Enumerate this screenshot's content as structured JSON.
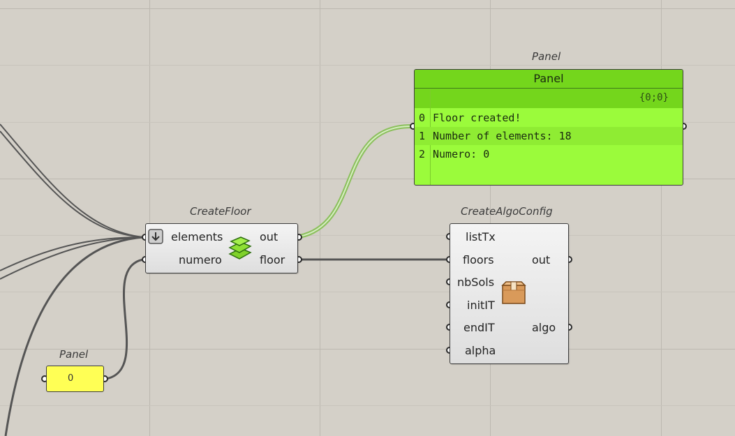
{
  "panel_output": {
    "title": "Panel",
    "header": "Panel",
    "path": "{0;0}",
    "rows": [
      {
        "index": "0",
        "text": "Floor created!"
      },
      {
        "index": "1",
        "text": "Number of elements: 18"
      },
      {
        "index": "2",
        "text": "Numero: 0"
      }
    ]
  },
  "create_floor": {
    "title": "CreateFloor",
    "inputs": [
      "elements",
      "numero"
    ],
    "outputs": [
      "out",
      "floor"
    ],
    "icon": "layered-floor-icon"
  },
  "create_algo_config": {
    "title": "CreateAlgoConfig",
    "inputs": [
      "listTx",
      "floors",
      "nbSols",
      "initIT",
      "endIT",
      "alpha"
    ],
    "outputs": [
      "out",
      "algo"
    ],
    "icon": "package-icon"
  },
  "panel_input": {
    "title": "Panel",
    "value": "0"
  },
  "colors": {
    "canvas": "#d4d0c8",
    "grid": "#bcb8b0",
    "wire": "#555555",
    "panel_green": "#9bfb3b",
    "panel_yellow": "#ffff55"
  }
}
